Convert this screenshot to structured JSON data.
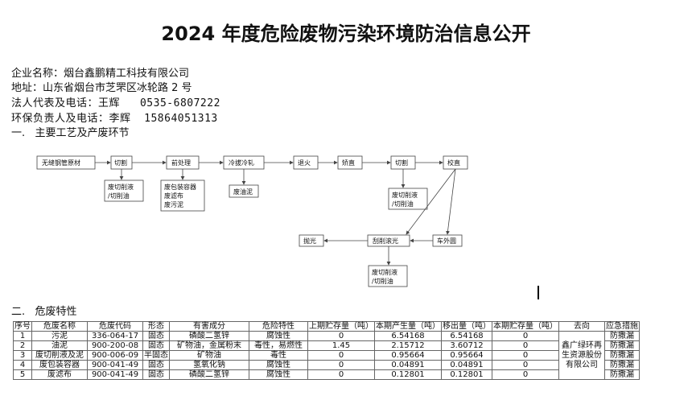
{
  "title": "2024 年度危险废物污染环境防治信息公开",
  "company": "企业名称：烟台鑫鹏精工科技有限公司",
  "address": "地址：山东省烟台市芝罘区冰轮路 2 号",
  "legal_rep": "法人代表及电话：王辉   0535-6807222",
  "env_person": "环保负责人及电话：李辉  15864051313",
  "section1": "一.   主要工艺及产废环节",
  "flow": {
    "n1": "无缝钢管原材",
    "n2": "切割",
    "n3": "前处理",
    "n4": "冷拔冷轧",
    "n5": "退火",
    "n6": "矫直",
    "n7": "切割",
    "n8": "校直",
    "w1a": "废切削液",
    "w1b": "/切削油",
    "w2a": "废包装容器",
    "w2b": "废滤布",
    "w2c": "废污泥",
    "w3": "废油泥",
    "w4a": "废切削液",
    "w4b": "/切削油",
    "p1": "抛光",
    "p2": "刮削滚光",
    "p3": "车外圆",
    "w5a": "废切削液",
    "w5b": "/切削油"
  },
  "section2": "二.   危废特性",
  "table": {
    "headers": [
      "序号",
      "危废名称",
      "危废代码",
      "形态",
      "有害成分",
      "危险特性",
      "上期贮存量（吨）",
      "本期产生量（吨）",
      "移出量（吨）",
      "本期贮存量（吨）",
      "去向",
      "应急措施"
    ],
    "rows": [
      [
        "1",
        "污泥",
        "336-064-17",
        "固态",
        "磷酸二氢锌",
        "腐蚀性",
        "0",
        "6.54168",
        "6.54168",
        "0",
        "防撒漏"
      ],
      [
        "2",
        "油泥",
        "900-200-08",
        "固态",
        "矿物油，金属粉末",
        "毒性，易燃性",
        "1.45",
        "2.15712",
        "3.60712",
        "0",
        "防撒漏"
      ],
      [
        "3",
        "废切削液及泥",
        "900-006-09",
        "半固态",
        "矿物油",
        "毒性",
        "0",
        "0.95664",
        "0.95664",
        "0",
        "防撒漏"
      ],
      [
        "4",
        "废包装容器",
        "900-041-49",
        "固态",
        "氢氧化钠",
        "腐蚀性",
        "0",
        "0.04891",
        "0.04891",
        "0",
        "防撒漏"
      ],
      [
        "5",
        "废滤布",
        "900-041-49",
        "固态",
        "磷酸二氢锌",
        "腐蚀性",
        "0",
        "0.12801",
        "0.12801",
        "0",
        "防撒漏"
      ]
    ],
    "destination": "鑫广绿环再生资源股份有限公司"
  }
}
